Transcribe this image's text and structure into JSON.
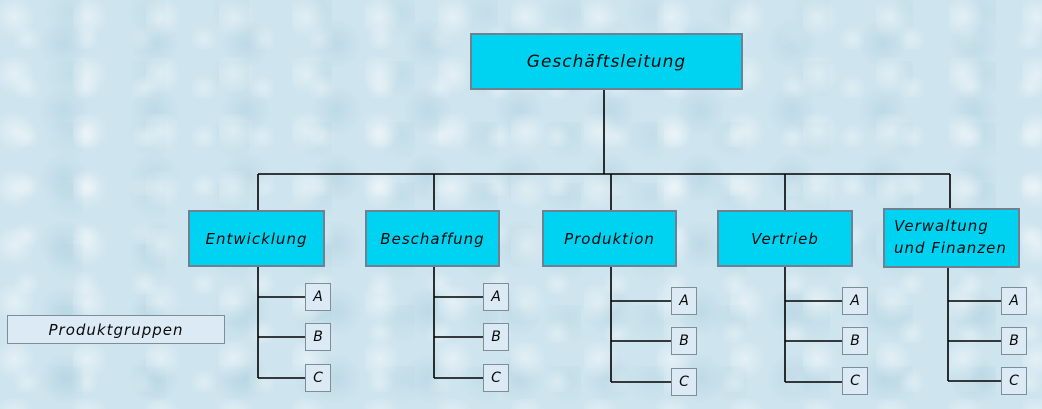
{
  "root": {
    "label": "Geschäftsleitung"
  },
  "departments": [
    {
      "label": "Entwicklung"
    },
    {
      "label": "Beschaffung"
    },
    {
      "label": "Produktion"
    },
    {
      "label": "Vertrieb"
    },
    {
      "label": "Verwaltung\nund Finanzen"
    }
  ],
  "product_groups": {
    "label": "Produktgruppen",
    "items": [
      "A",
      "B",
      "C"
    ]
  },
  "colors": {
    "department_fill": "#00d3f2",
    "small_box_fill": "#dbeaf4",
    "background": "#cee4ee",
    "box_border": "#6f8090",
    "connector_line": "#000000"
  }
}
